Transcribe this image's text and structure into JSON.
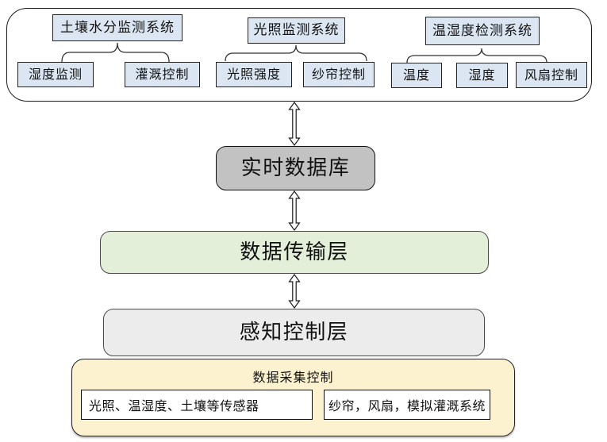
{
  "diagram": {
    "sensor_container": {
      "groups": [
        {
          "parent": "土壤水分监测系统",
          "children": [
            "湿度监测",
            "灌溉控制"
          ]
        },
        {
          "parent": "光照监测系统",
          "children": [
            "光照强度",
            "纱帘控制"
          ]
        },
        {
          "parent": "温湿度检测系统",
          "children": [
            "温度",
            "湿度",
            "风扇控制"
          ]
        }
      ]
    },
    "layers": [
      {
        "label": "实时数据库"
      },
      {
        "label": "数据传输层"
      },
      {
        "label": "感知控制层"
      }
    ],
    "acquisition": {
      "title": "数据采集控制",
      "items": [
        "光照、温湿度、土壤等传感器",
        "纱帘，风扇，模拟灌溉系统"
      ]
    },
    "colors": {
      "node_fill": "#dbe6f2",
      "realtime_db_fill": "#c2c2c2",
      "transport_layer_fill": "#e4efda",
      "perception_layer_fill": "#ececec",
      "acquisition_panel_fill": "#fdf2cf",
      "border": "#1a1a1a"
    }
  }
}
